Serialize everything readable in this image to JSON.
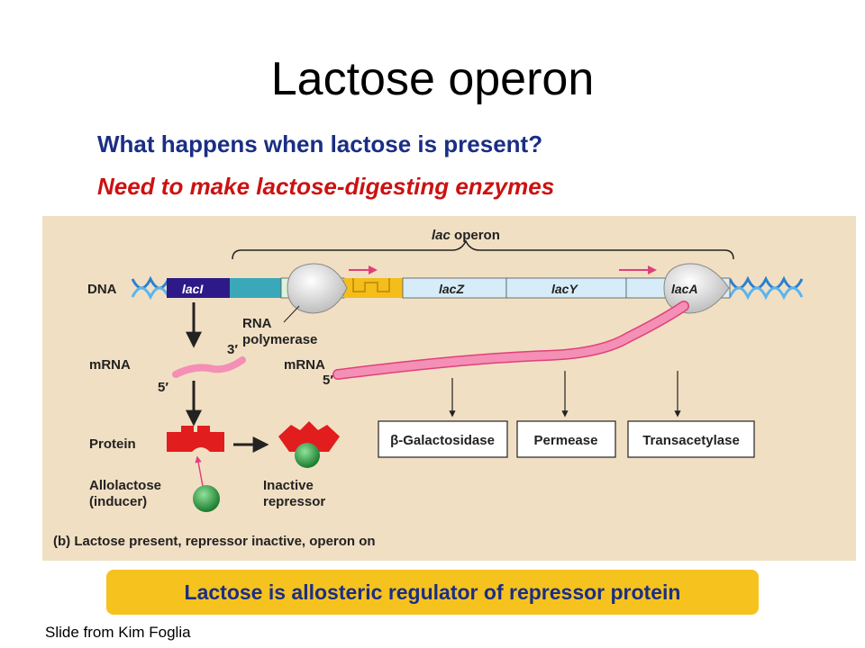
{
  "slide": {
    "title": "Lactose operon",
    "question": "What happens when lactose is present?",
    "answer": "Need to make lactose-digesting enzymes",
    "callout": "Lactose is allosteric regulator of repressor protein",
    "credit": "Slide from Kim Foglia"
  },
  "diagram": {
    "operon_label_italic": "lac",
    "operon_label_rest": " operon",
    "dna_label": "DNA",
    "genes": {
      "lacI": "lacI",
      "lacZ": "lacZ",
      "lacY": "lacY",
      "lacA": "lacA"
    },
    "rna_pol_line1": "RNA",
    "rna_pol_line2": "polymerase",
    "mrna_left": "mRNA",
    "mrna_right": "mRNA",
    "three_prime": "3′",
    "five_prime_left": "5′",
    "five_prime_right": "5′",
    "protein_label": "Protein",
    "allolactose_line1": "Allolactose",
    "allolactose_line2": "(inducer)",
    "inactive_line1": "Inactive",
    "inactive_line2": "repressor",
    "enzymes": [
      "β-Galactosidase",
      "Permease",
      "Transacetylase"
    ],
    "caption": "(b) Lactose present, repressor inactive, operon on",
    "colors": {
      "panel": "#f1dfc3",
      "lacI": "#2d1a88",
      "promoter": "#3aa8b8",
      "operator_region": "#dff2dc",
      "operator": "#f4bd1a",
      "genes": "#d6ecf8",
      "mrna": "#f48fb6",
      "repressor": "#e11d1d",
      "inducer": "#2a9a3e",
      "arrow_pink": "#e0407a"
    }
  }
}
